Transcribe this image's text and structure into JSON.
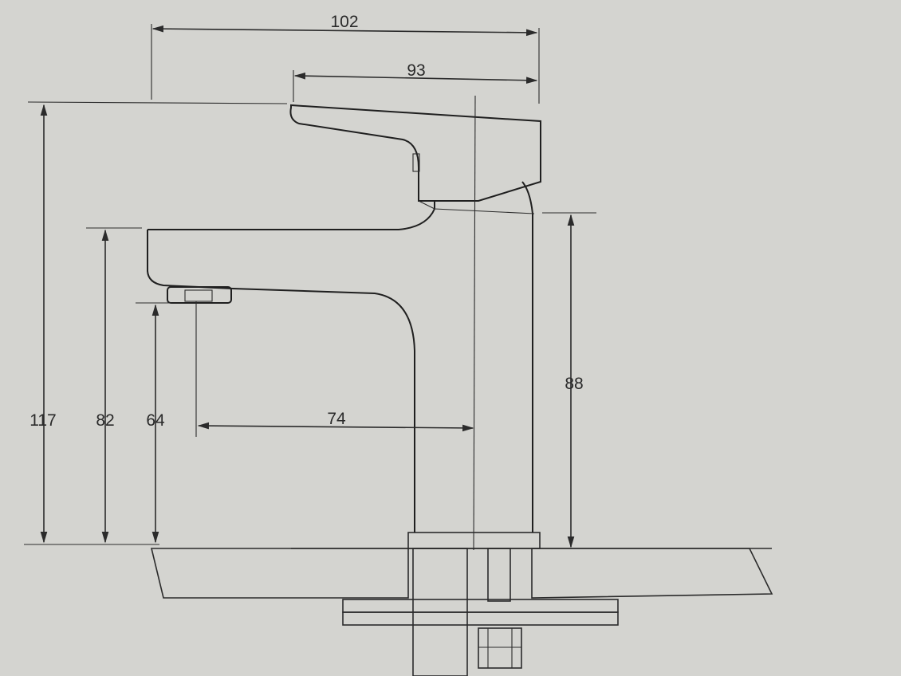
{
  "drawing": {
    "background_color": "#d4d4d0",
    "line_color": "#2b2b2b",
    "dimensions": {
      "overall_width": "102",
      "handle_length": "93",
      "total_height": "117",
      "spout_top_height": "82",
      "outlet_height": "64",
      "spout_reach": "74",
      "body_height": "88"
    }
  }
}
